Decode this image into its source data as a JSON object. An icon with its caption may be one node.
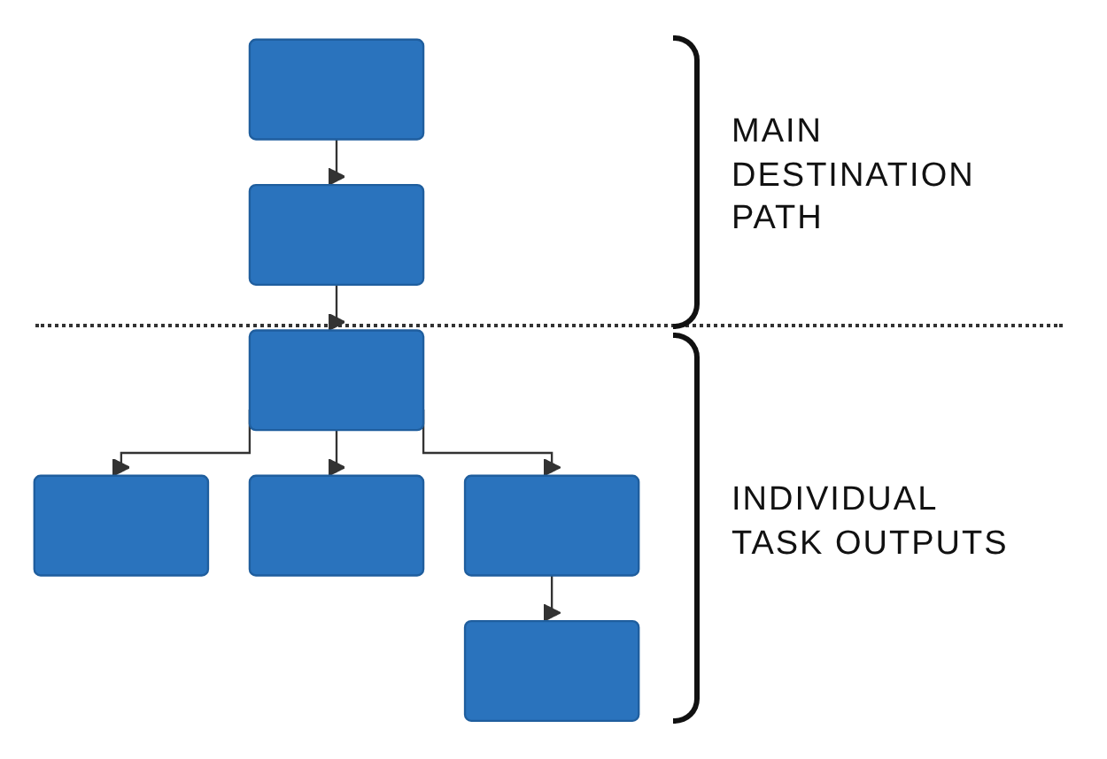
{
  "diagram": {
    "nodes": [
      {
        "text": [],
        "shape": "folder"
      },
      {
        "text": [],
        "shape": "folder"
      },
      {
        "text": [],
        "shape": "folder"
      },
      {
        "text": [],
        "shape": "folder"
      },
      {
        "text": [],
        "shape": "folder"
      },
      {
        "text": [],
        "shape": "folder"
      },
      {
        "text": [],
        "shape": "folder"
      }
    ],
    "edges": [
      {
        "from": 0,
        "to": 1,
        "arrow": "to"
      },
      {
        "from": 1,
        "to": 2,
        "arrow": "to"
      },
      {
        "from": 2,
        "to": 3,
        "arrow": "to"
      },
      {
        "from": 2,
        "to": 4,
        "arrow": "to"
      },
      {
        "from": 2,
        "to": 5,
        "arrow": "to"
      },
      {
        "from": 5,
        "to": 6,
        "arrow": "to"
      }
    ],
    "labels": [
      "MAIN DESTINATION PATH",
      "INDIVIDUAL TASK OUTPUTS"
    ]
  }
}
